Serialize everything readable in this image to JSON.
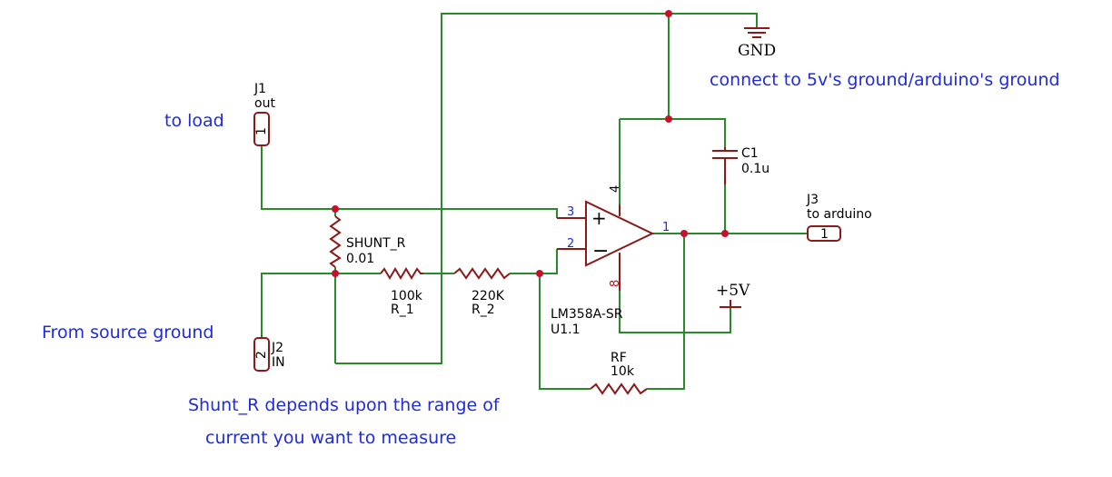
{
  "notes": {
    "to_load": "to load",
    "from_source": "From source ground",
    "ground_note": "connect to 5v's ground/arduino's ground",
    "shunt_note_line1": "Shunt_R depends upon the range of",
    "shunt_note_line2": "current you want to measure"
  },
  "connectors": {
    "j1": {
      "ref": "J1",
      "value": "out",
      "pin": "1"
    },
    "j2": {
      "ref": "J2",
      "value": "IN",
      "pin": "2"
    },
    "j3": {
      "ref": "J3",
      "value": "to arduino",
      "pin": "1"
    }
  },
  "components": {
    "shunt": {
      "ref": "SHUNT_R",
      "value": "0.01"
    },
    "r1": {
      "ref": "R_1",
      "value": "100k"
    },
    "r2": {
      "ref": "R_2",
      "value": "220K"
    },
    "rf": {
      "ref": "RF",
      "value": "10k"
    },
    "c1": {
      "ref": "C1",
      "value": "0.1u"
    },
    "u1": {
      "part": "LM358A-SR",
      "ref": "U1.1",
      "pin_plus": "3",
      "pin_minus": "2",
      "pin_out": "1",
      "pin_vplus": "4",
      "pin_vminus": "8"
    }
  },
  "power": {
    "gnd": "GND",
    "vcc": "+5V"
  },
  "colors": {
    "wire": "#2a8a2a",
    "component": "#8b1a1a",
    "junction": "#c8102e",
    "note_text": "#1f2bdc"
  }
}
